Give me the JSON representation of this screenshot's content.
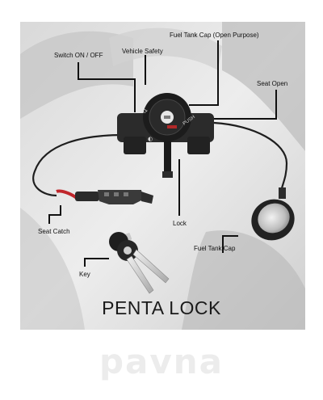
{
  "labels": {
    "switch": "Switch ON / OFF",
    "vehicle_safety": "Vehicle  Safety",
    "fuel_cap_open": "Fuel Tank Cap (Open Purpose)",
    "seat_open": "Seat Open",
    "seat_catch": "Seat Catch",
    "lock": "Lock",
    "fuel_tank_cap": "Fuel Tank Cap",
    "key": "Key"
  },
  "lock_face": {
    "push": "PUSH"
  },
  "title": "PENTA LOCK",
  "watermark": "pavna"
}
